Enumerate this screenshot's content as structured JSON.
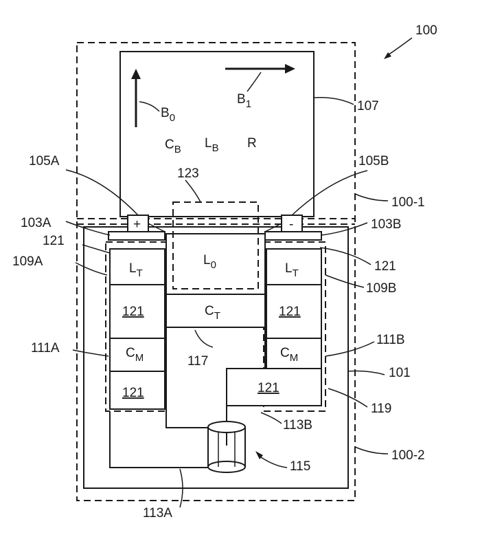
{
  "figure_ref": "100",
  "regions": {
    "upper": "100-1",
    "lower": "100-2"
  },
  "sample_box": {
    "ref": "107",
    "field_b0": "B",
    "field_b0_sub": "0",
    "field_b1": "B",
    "field_b1_sub": "1",
    "cb": "C",
    "cb_sub": "B",
    "lb": "L",
    "lb_sub": "B",
    "r": "R"
  },
  "electrodes": {
    "left": "105A",
    "right": "105B",
    "plus": "+",
    "minus": "-"
  },
  "pads": {
    "left": "103A",
    "right": "103B"
  },
  "inductor_region": "123",
  "housing": "101",
  "l0": "L",
  "l0_sub": "0",
  "ct": "C",
  "ct_sub": "T",
  "lt": "L",
  "lt_sub": "T",
  "cm": "C",
  "cm_sub": "M",
  "layer": "121",
  "labels": {
    "109A": "109A",
    "109B": "109B",
    "111A": "111A",
    "111B": "111B",
    "117": "117",
    "119": "119",
    "113A": "113A",
    "113B": "113B",
    "115": "115"
  }
}
